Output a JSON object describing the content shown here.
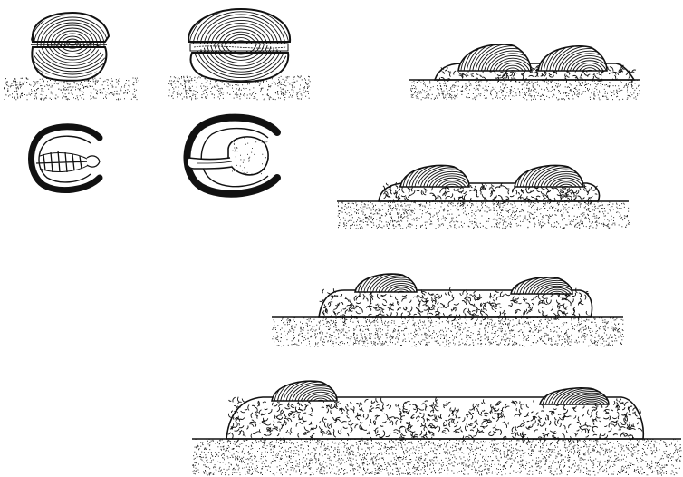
{
  "figure": {
    "colors": {
      "ink": "#111111",
      "paper": "#ffffff",
      "speckle": "#222222"
    },
    "panels": [
      {
        "id": "bivalve-closed-side",
        "icon": "clam-side-view"
      },
      {
        "id": "bivalve-open-side",
        "icon": "clam-side-view"
      },
      {
        "id": "bivalve-cross-section-gills",
        "icon": "clam-section"
      },
      {
        "id": "bivalve-cross-section-foot",
        "icon": "clam-section"
      },
      {
        "id": "siphon-stage-1",
        "icon": "paired-shells-on-mound"
      },
      {
        "id": "siphon-stage-2",
        "icon": "paired-shells-on-mound"
      },
      {
        "id": "siphon-stage-3",
        "icon": "paired-shells-on-mound"
      },
      {
        "id": "siphon-stage-4",
        "icon": "paired-shells-on-mound"
      }
    ]
  }
}
